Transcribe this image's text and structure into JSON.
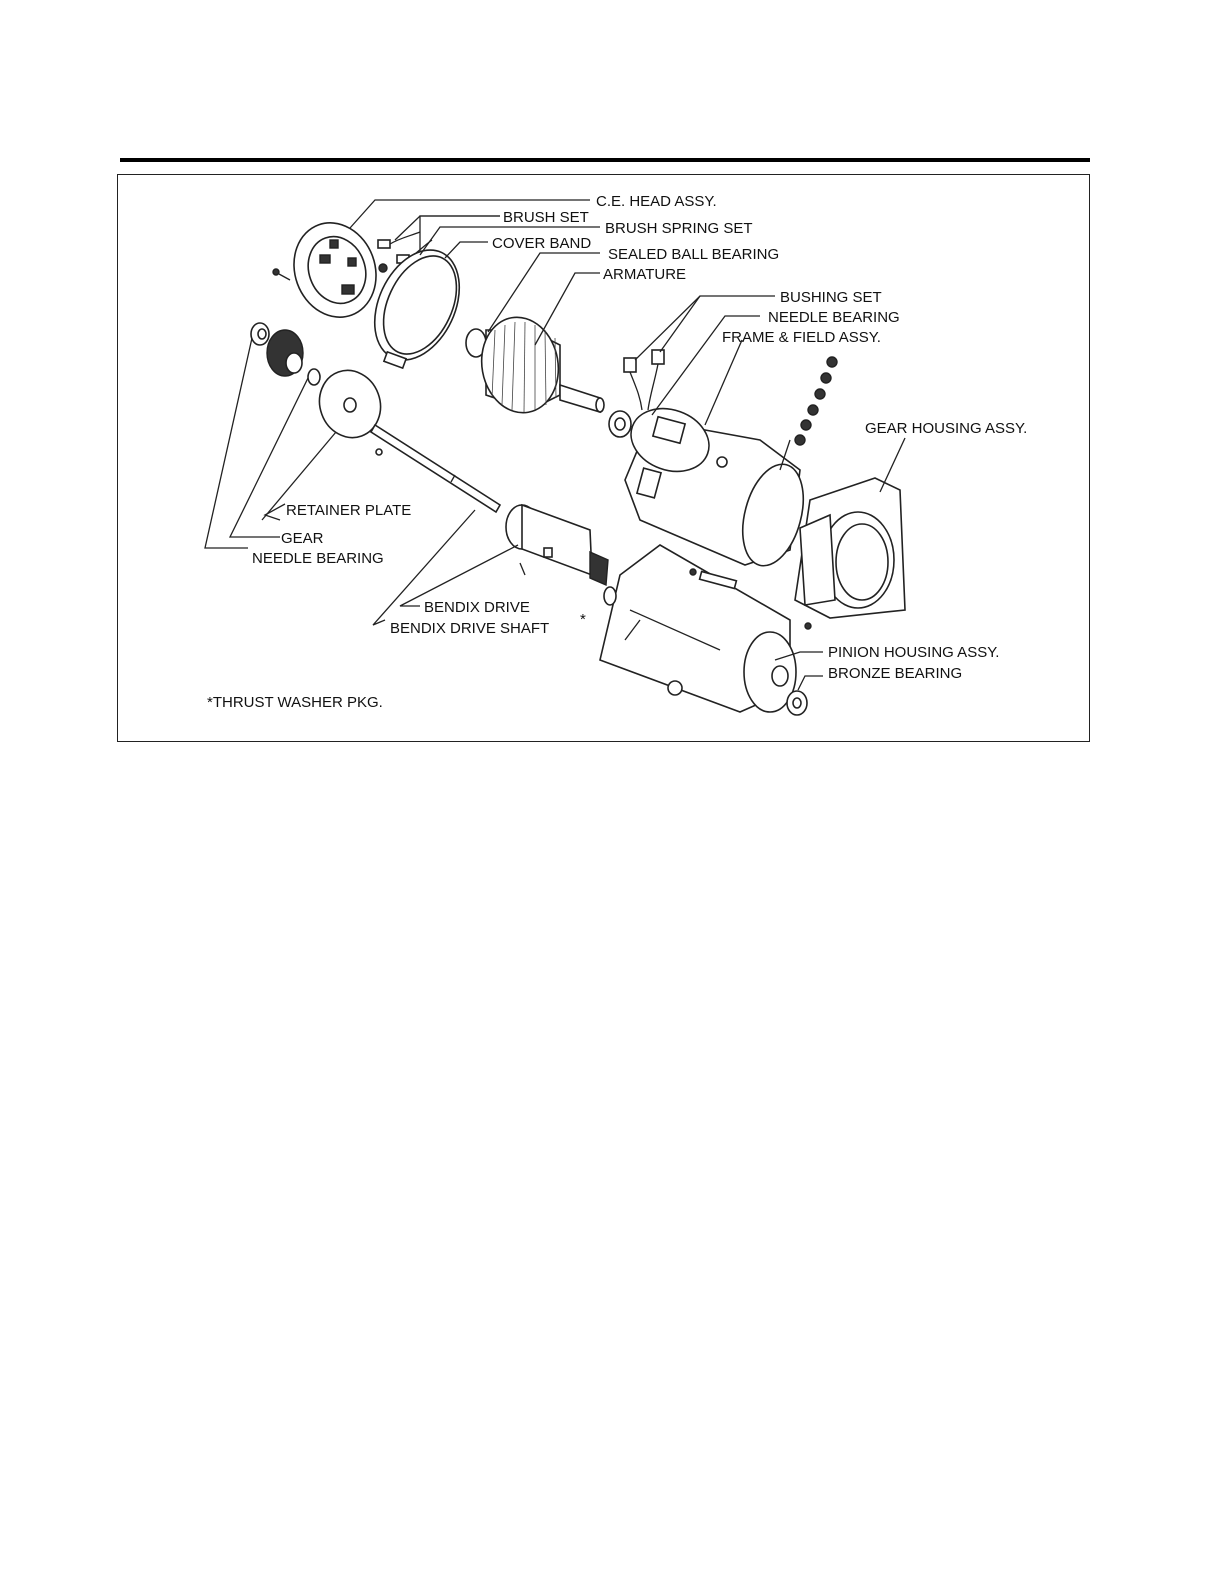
{
  "labels": {
    "ce_head": "C.E. HEAD ASSY.",
    "brush_set": "BRUSH SET",
    "brush_spring_set": "BRUSH SPRING SET",
    "cover_band": "COVER BAND",
    "sealed_ball_bearing": "SEALED BALL BEARING",
    "armature": "ARMATURE",
    "bushing_set": "BUSHING SET",
    "needle_bearing_top": "NEEDLE BEARING",
    "frame_field": "FRAME & FIELD ASSY.",
    "gear_housing": "GEAR HOUSING ASSY.",
    "retainer_plate": "RETAINER PLATE",
    "gear": "GEAR",
    "needle_bearing_left": "NEEDLE BEARING",
    "bendix_drive": "BENDIX DRIVE",
    "bendix_drive_shaft": "BENDIX DRIVE SHAFT",
    "pinion_housing": "PINION HOUSING ASSY.",
    "bronze_bearing": "BRONZE BEARING",
    "footnote": "*THRUST WASHER PKG.",
    "asterisk": "*"
  }
}
